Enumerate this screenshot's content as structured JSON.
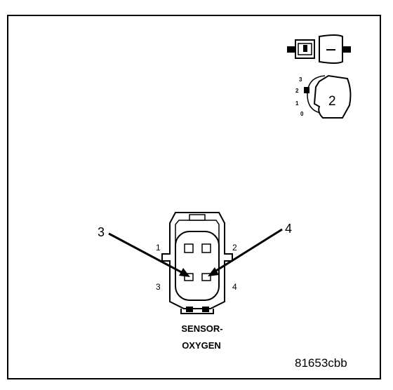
{
  "legend": {
    "positions": [
      "3",
      "2",
      "1",
      "0"
    ],
    "connector_number": "2"
  },
  "connector": {
    "pins": [
      {
        "number": "1"
      },
      {
        "number": "2"
      },
      {
        "number": "3"
      },
      {
        "number": "4"
      }
    ],
    "callouts": [
      "3",
      "4"
    ],
    "label_line1": "SENSOR-",
    "label_line2": "OXYGEN"
  },
  "figure_id": "81653cbb"
}
